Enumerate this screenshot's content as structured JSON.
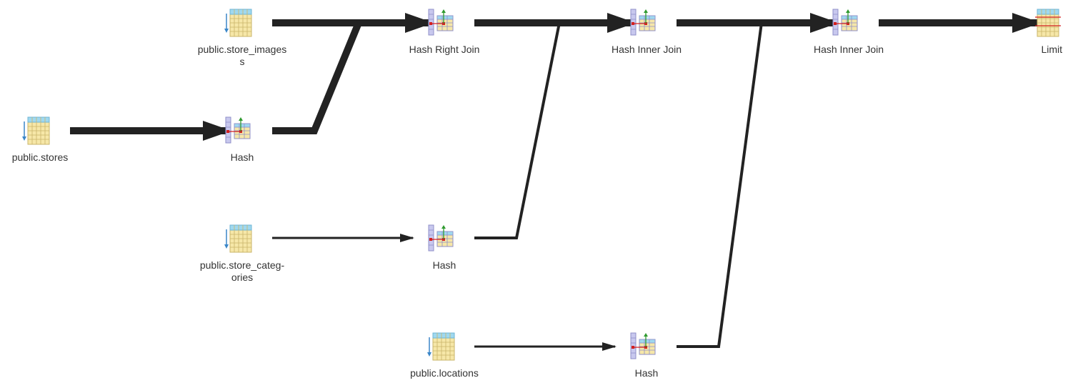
{
  "plan": {
    "nodes": [
      {
        "id": "store_images",
        "label": "public.store_images\ns",
        "icon": "table-scan-icon"
      },
      {
        "id": "stores",
        "label": "public.stores",
        "icon": "table-scan-icon"
      },
      {
        "id": "hash1",
        "label": "Hash",
        "icon": "hash-icon"
      },
      {
        "id": "store_categories",
        "label": "public.store_categ-\nories",
        "icon": "table-scan-icon"
      },
      {
        "id": "hash2",
        "label": "Hash",
        "icon": "hash-icon"
      },
      {
        "id": "locations",
        "label": "public.locations",
        "icon": "table-scan-icon"
      },
      {
        "id": "hash3",
        "label": "Hash",
        "icon": "hash-icon"
      },
      {
        "id": "hash_right_join",
        "label": "Hash Right Join",
        "icon": "hash-join-icon"
      },
      {
        "id": "hash_inner_join_1",
        "label": "Hash Inner Join",
        "icon": "hash-join-icon"
      },
      {
        "id": "hash_inner_join_2",
        "label": "Hash Inner Join",
        "icon": "hash-join-icon"
      },
      {
        "id": "limit",
        "label": "Limit",
        "icon": "limit-icon"
      }
    ],
    "edges": [
      {
        "from": "store_images",
        "to": "hash_right_join"
      },
      {
        "from": "stores",
        "to": "hash1"
      },
      {
        "from": "hash1",
        "to": "hash_right_join"
      },
      {
        "from": "store_categories",
        "to": "hash2"
      },
      {
        "from": "hash2",
        "to": "hash_inner_join_1"
      },
      {
        "from": "hash_right_join",
        "to": "hash_inner_join_1"
      },
      {
        "from": "locations",
        "to": "hash3"
      },
      {
        "from": "hash3",
        "to": "hash_inner_join_2"
      },
      {
        "from": "hash_inner_join_1",
        "to": "hash_inner_join_2"
      },
      {
        "from": "hash_inner_join_2",
        "to": "limit"
      }
    ],
    "colors": {
      "edge": "#222222",
      "table_body": "#f6e7a8",
      "table_header": "#9fd8ef",
      "table_grid": "#c9b46a",
      "scan_arrow": "#3a86c8",
      "hash_column": "#c8c8ee",
      "hash_grid": "#8f8fc8",
      "hash_key": "#d42020",
      "hash_green": "#2f9a2f",
      "label": "#333333"
    }
  }
}
